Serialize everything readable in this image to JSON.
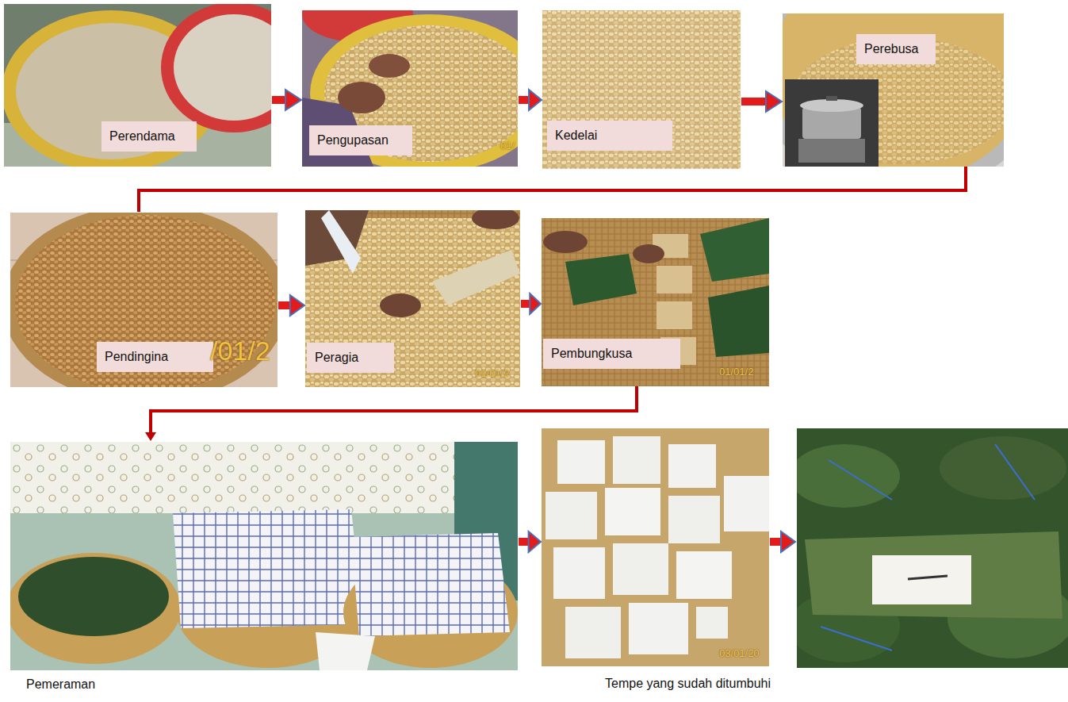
{
  "diagram": {
    "nodes": [
      {
        "text": [
          "Perendama"
        ]
      },
      {
        "text": [
          "Pengupasan",
          "01/"
        ]
      },
      {
        "text": [
          "Kedelai"
        ]
      },
      {
        "text": [
          "Perebusa"
        ]
      },
      {
        "text": [
          "Pendingina",
          "/01/2"
        ]
      },
      {
        "text": [
          "Peragia",
          "01/01/2"
        ]
      },
      {
        "text": [
          "Pembungkusa",
          "01/01/2"
        ]
      },
      {
        "text": [
          "Pemeraman"
        ]
      },
      {
        "text": [
          "03/01/20",
          "Tempe yang sudah ditumbuhi"
        ]
      }
    ],
    "edges": [
      {
        "from": 0,
        "to": 1,
        "arrow": "to"
      },
      {
        "from": 1,
        "to": 2,
        "arrow": "to"
      },
      {
        "from": 2,
        "to": 3,
        "arrow": "to"
      },
      {
        "from": 3,
        "to": 4,
        "arrow": "none"
      },
      {
        "from": 4,
        "to": 5,
        "arrow": "to"
      },
      {
        "from": 5,
        "to": 6,
        "arrow": "to"
      },
      {
        "from": 6,
        "to": 7,
        "arrow": "to"
      },
      {
        "from": 7,
        "to": 8,
        "arrow": "to"
      }
    ]
  }
}
